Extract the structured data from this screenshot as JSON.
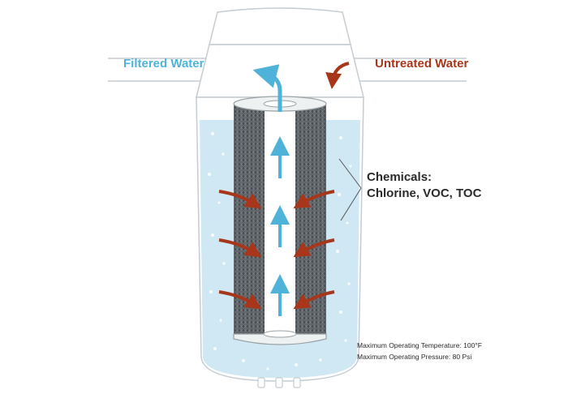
{
  "labels": {
    "filtered_water": "Filtered Water",
    "untreated_water": "Untreated Water",
    "chemicals_title": "Chemicals:",
    "chemicals_list": "Chlorine, VOC, TOC"
  },
  "specs": {
    "max_temperature": "Maximum Operating Temperature: 100°F",
    "max_pressure": "Maximum Operating Pressure: 80 Psi"
  },
  "colors": {
    "filtered_flow": "#4fb3d9",
    "untreated_flow": "#a8361a",
    "water": "#cfe8f3",
    "housing_outline": "#c4ccd1",
    "filter_media": "#5e6468"
  }
}
